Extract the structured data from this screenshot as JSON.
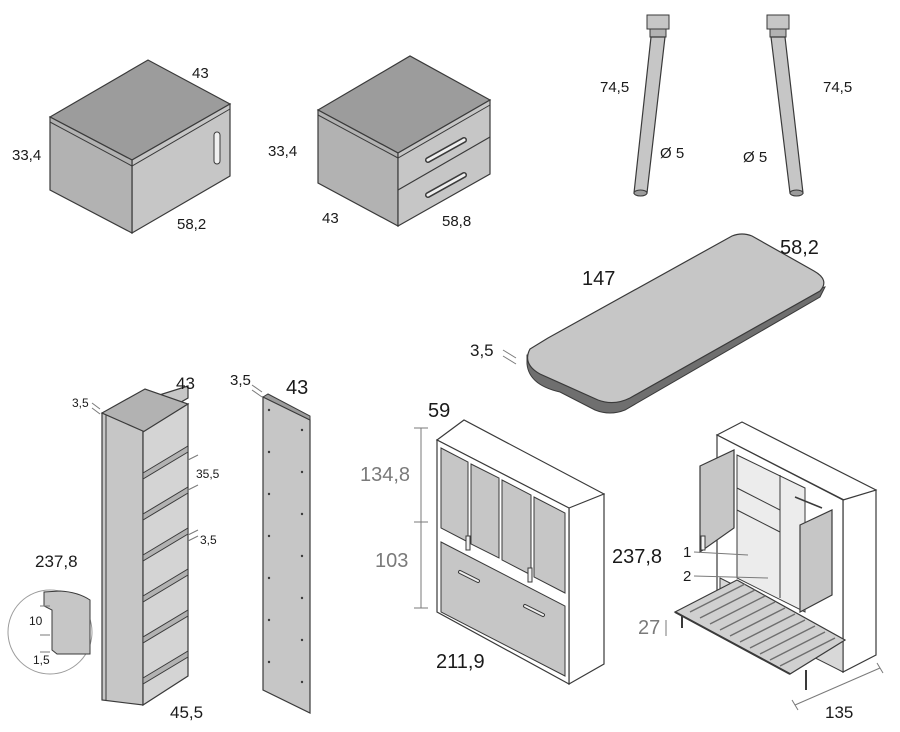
{
  "colors": {
    "front": "#c6c6c6",
    "top": "#9c9c9c",
    "side": "#b2b2b2",
    "edge": "#3a3a3a",
    "dim_gray": "#7a7a7a",
    "white_body": "#ffffff",
    "slat": "#6e6e6e"
  },
  "labels": {
    "cabinet": {
      "depth": "43",
      "height": "33,4",
      "width": "58,2"
    },
    "drawers": {
      "height": "33,4",
      "depth": "43",
      "width": "58,8"
    },
    "leg_left": {
      "height": "74,5",
      "diameter": "Ø 5"
    },
    "leg_right": {
      "height": "74,5",
      "diameter": "Ø 5"
    },
    "desk": {
      "length": "147",
      "width": "58,2",
      "thickness": "3,5"
    },
    "shelf_unit": {
      "thickness": "3,5",
      "depth": "43",
      "shelf_gap": "35,5",
      "shelf_thickness": "3,5",
      "height": "237,8",
      "width": "45,5",
      "detail_10": "10",
      "detail_15": "1,5"
    },
    "panel": {
      "thickness": "3,5",
      "depth": "43"
    },
    "wardrobe_bed": {
      "depth": "59",
      "upper_height": "134,8",
      "lower_height": "103",
      "height": "237,8",
      "width": "211,9"
    },
    "open_bed": {
      "callout_1": "1",
      "callout_2": "2",
      "leg_height": "27",
      "bed_width": "135"
    }
  }
}
